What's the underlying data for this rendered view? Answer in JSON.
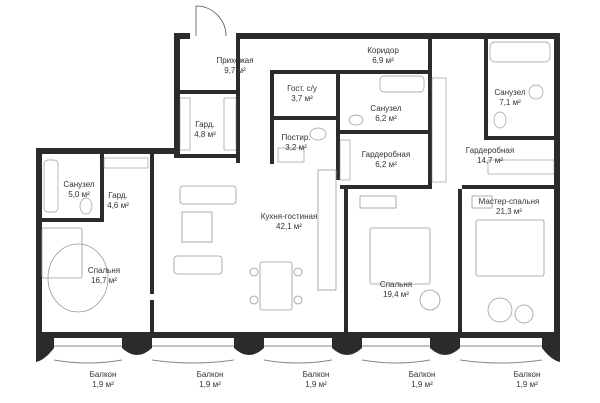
{
  "floor_plan": {
    "rooms": [
      {
        "id": "prikhozhaya",
        "name": "Прихожая",
        "area": "9,7 м²"
      },
      {
        "id": "gard-1",
        "name": "Гард.",
        "area": "4,8 м²"
      },
      {
        "id": "koridor",
        "name": "Коридор",
        "area": "6,9 м²"
      },
      {
        "id": "gost-su",
        "name": "Гост. с/у",
        "area": "3,7 м²"
      },
      {
        "id": "postir",
        "name": "Постир.",
        "area": "3,2 м²"
      },
      {
        "id": "sanuzel-mid",
        "name": "Санузел",
        "area": "6,2 м²"
      },
      {
        "id": "garderobnaya-mid",
        "name": "Гардеробная",
        "area": "6,2 м²"
      },
      {
        "id": "sanuzel-right",
        "name": "Санузел",
        "area": "7,1 м²"
      },
      {
        "id": "garderobnaya-right",
        "name": "Гардеробная",
        "area": "14,7 м²"
      },
      {
        "id": "sanuzel-left",
        "name": "Санузел",
        "area": "5,0 м²"
      },
      {
        "id": "gard-2",
        "name": "Гард.",
        "area": "4,6 м²"
      },
      {
        "id": "kuhnya-gostinaya",
        "name": "Кухня-гостиная",
        "area": "42,1 м²"
      },
      {
        "id": "master-spalnya",
        "name": "Мастер-спальня",
        "area": "21,3 м²"
      },
      {
        "id": "spalnya-left",
        "name": "Спальня",
        "area": "16,7 м²"
      },
      {
        "id": "spalnya-mid",
        "name": "Спальня",
        "area": "19,4 м²"
      }
    ],
    "balconies": [
      {
        "name": "Балкон",
        "area": "1,9 м²"
      },
      {
        "name": "Балкон",
        "area": "1,9 м²"
      },
      {
        "name": "Балкон",
        "area": "1,9 м²"
      },
      {
        "name": "Балкон",
        "area": "1,9 м²"
      },
      {
        "name": "Балкон",
        "area": "1,9 м²"
      }
    ],
    "colors": {
      "wall": "#2b2b2b",
      "furniture": "#9a9a9a",
      "floor": "#ffffff"
    }
  }
}
